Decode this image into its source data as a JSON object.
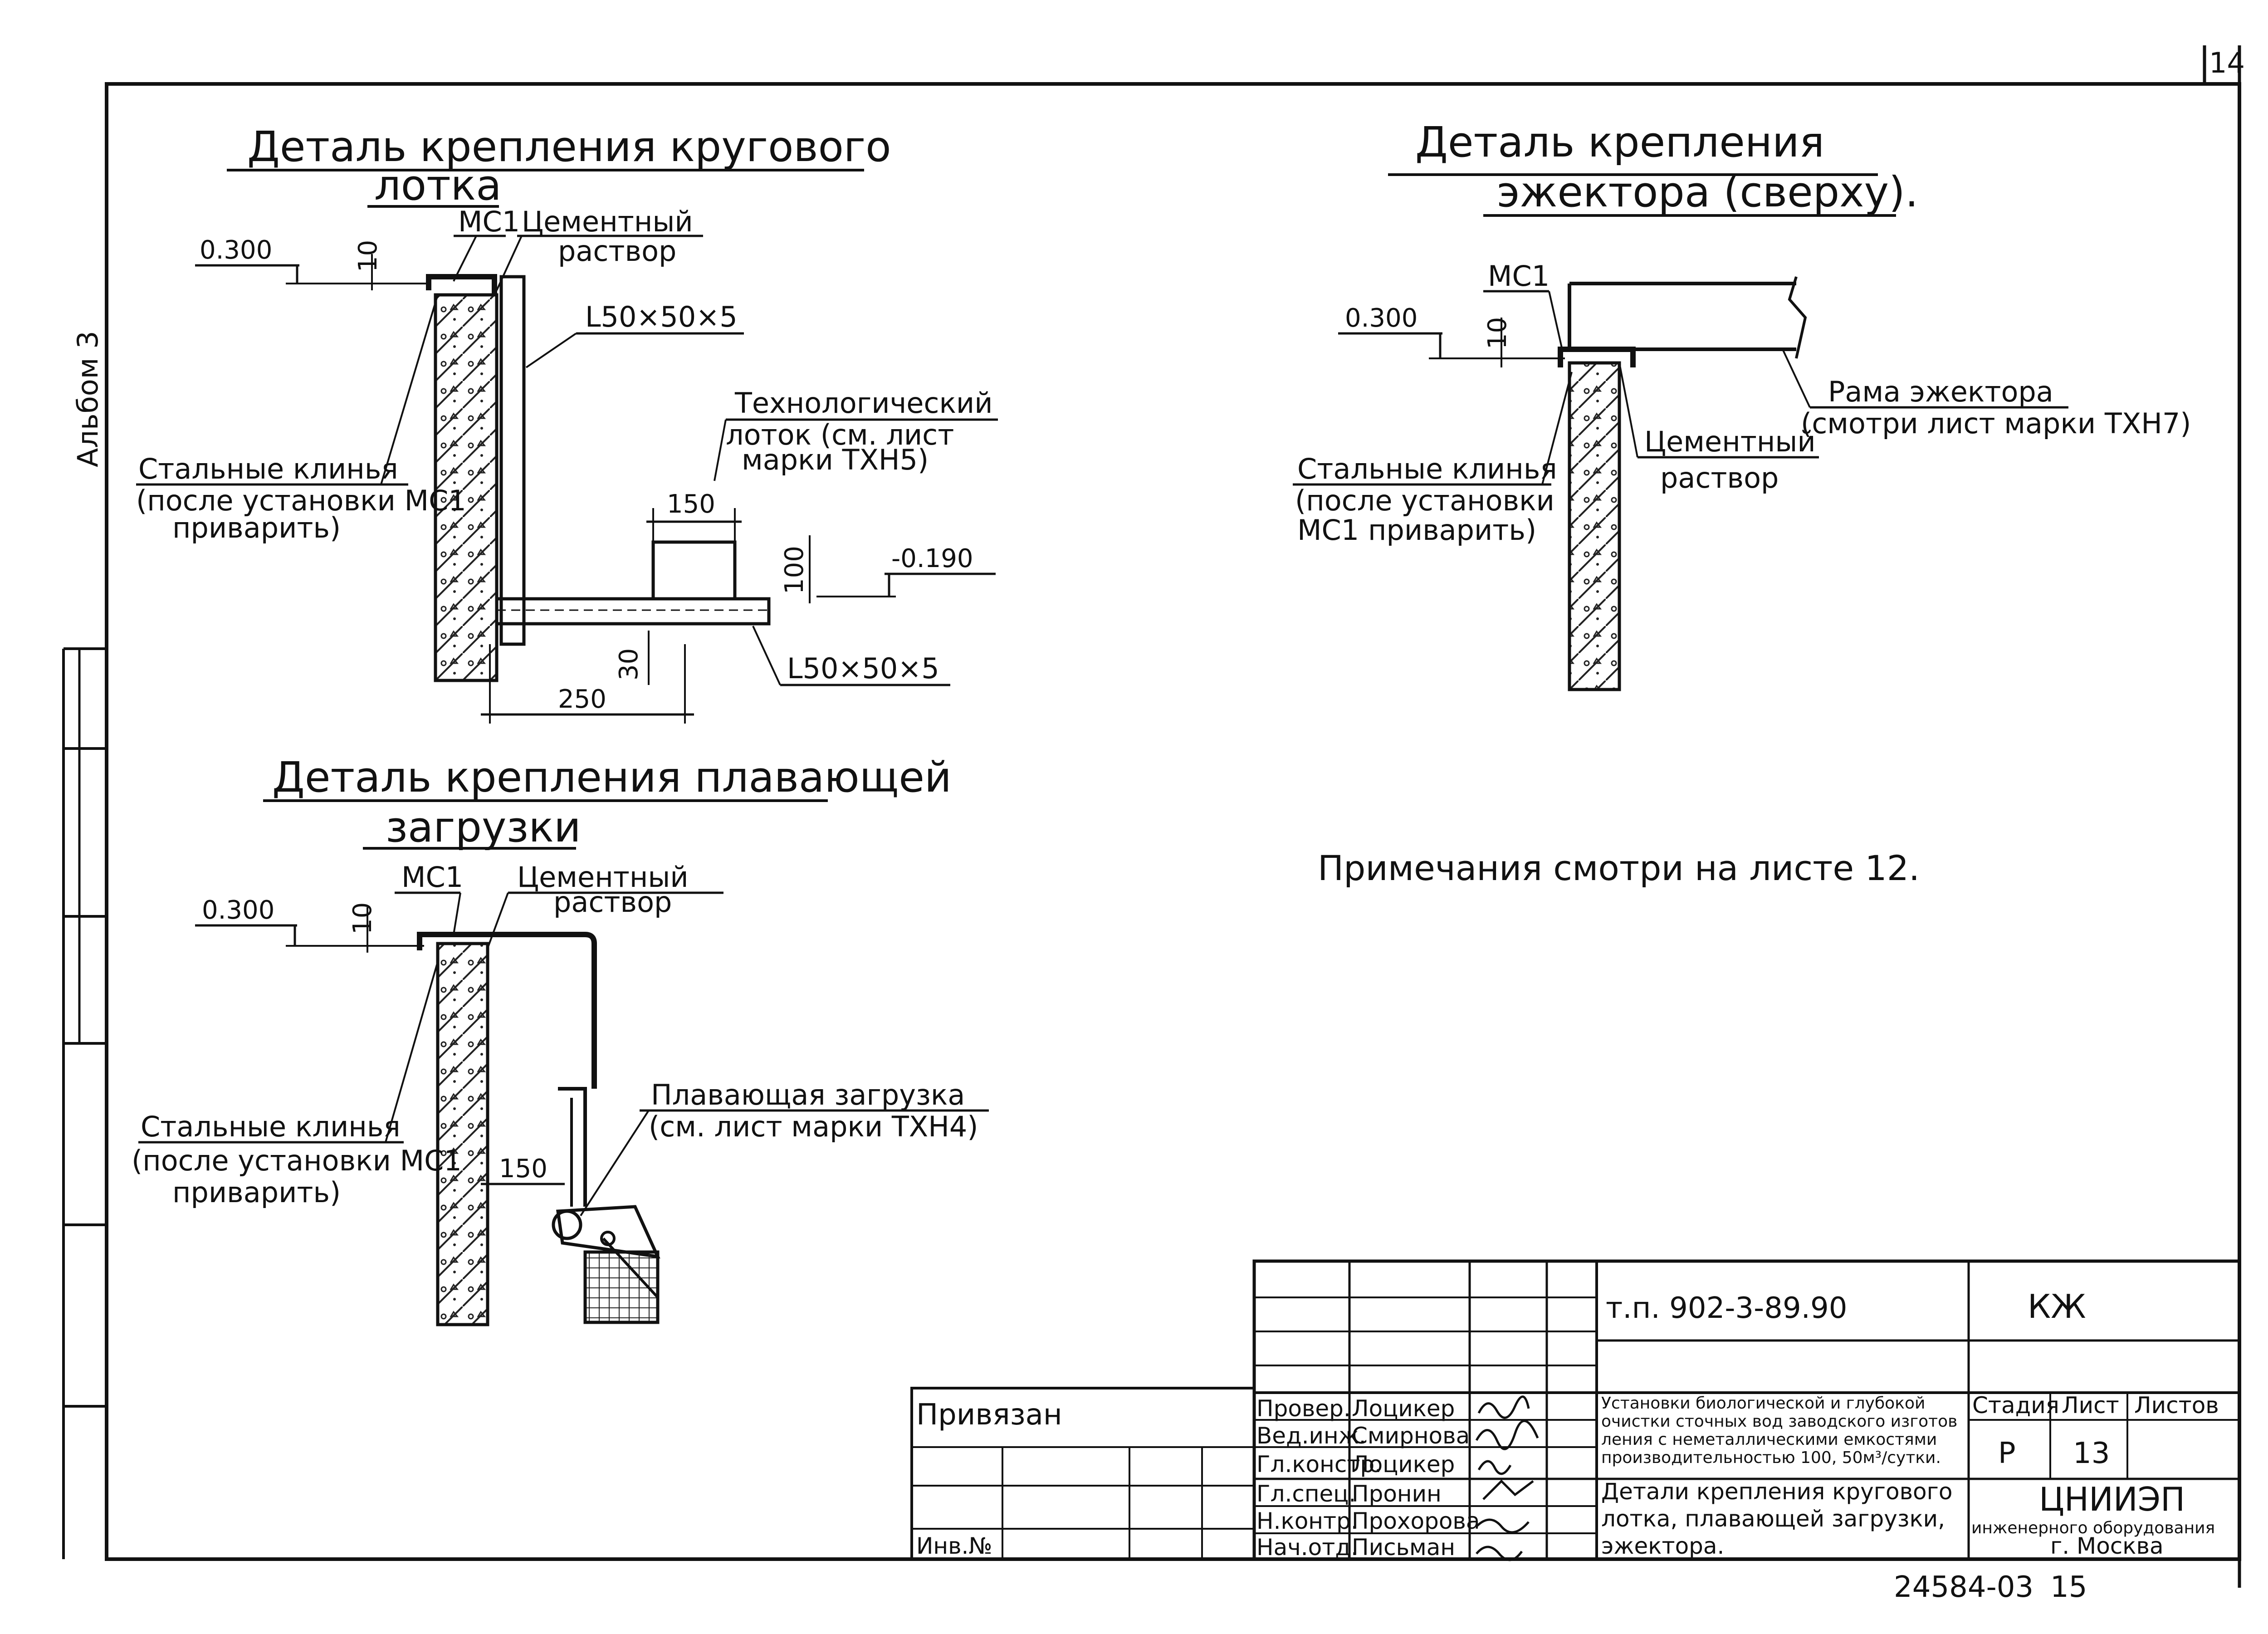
{
  "sheet": {
    "corner_number": "14",
    "album_label": "Альбом 3",
    "bottom_code": "24584-03",
    "bottom_page": "15"
  },
  "detail_round_tray": {
    "title_line1": "Деталь крепления кругового",
    "title_line2": "лотка",
    "mark_mc1": "МС1",
    "mortar_line1": "Цементный",
    "mortar_line2": "раствор",
    "level_top": "0.300",
    "dim_10": "10",
    "angle_top": "L50×50×5",
    "tech_tray_line1": "Технологический",
    "tech_tray_line2": "лоток (см. лист",
    "tech_tray_line3": "марки ТХН5)",
    "wedges_line1": "Стальные клинья",
    "wedges_line2": "(после установки МС1",
    "wedges_line3": "приварить)",
    "dim_150": "150",
    "dim_100": "100",
    "level_bottom": "-0.190",
    "dim_30": "30",
    "dim_250": "250",
    "angle_bottom": "L50×50×5"
  },
  "detail_floating_load": {
    "title_line1": "Деталь крепления плавающей",
    "title_line2": "загрузки",
    "mark_mc1": "МС1",
    "mortar_line1": "Цементный",
    "mortar_line2": "раствор",
    "level_top": "0.300",
    "dim_10": "10",
    "wedges_line1": "Стальные клинья",
    "wedges_line2": "(после установки МС1",
    "wedges_line3": "приварить)",
    "dim_150": "150",
    "floating_line1": "Плавающая загрузка",
    "floating_line2": "(см. лист   марки ТХН4)"
  },
  "detail_ejector": {
    "title_line1": "Деталь   крепления",
    "title_line2": "эжектора (сверху).",
    "mark_mc1": "МС1",
    "level_top": "0.300",
    "dim_10": "10",
    "frame_line1": "Рама эжектора",
    "frame_line2": "(смотри лист  марки ТХН7)",
    "mortar_line1": "Цементный",
    "mortar_line2": "раствор",
    "wedges_line1": "Стальные клинья",
    "wedges_line2": "(после установки",
    "wedges_line3": "МС1 приварить)"
  },
  "note": "Примечания смотри на листе 12.",
  "title_block": {
    "project_code": "т.п. 902-3-89.90",
    "mark": "КЖ",
    "bound_label": "Привязан",
    "inv_label": "Инв.№",
    "roles": [
      {
        "role": "Провер.",
        "name": "Лоцикер"
      },
      {
        "role": "Вед.инж.",
        "name": "Смирнова"
      },
      {
        "role": "Гл.констр.",
        "name": "Лоцикер"
      },
      {
        "role": "Гл.спец.",
        "name": "Пронин"
      },
      {
        "role": "Н.контр.",
        "name": "Прохорова"
      },
      {
        "role": "Нач.отд.",
        "name": "Письман"
      }
    ],
    "desc_line1": "Установки биологической и глубокой",
    "desc_line2": "очистки сточных вод заводского изготов",
    "desc_line3": "ления с неметаллическими емкостями",
    "desc_line4": "производительностью 100, 50м³/сутки.",
    "sheet_title_line1": "Детали крепления кругового",
    "sheet_title_line2": "лотка, плавающей загрузки,",
    "sheet_title_line3": "эжектора.",
    "stage_label": "Стадия",
    "sheet_label": "Лист",
    "sheets_label": "Листов",
    "stage_value": "Р",
    "sheet_value": "13",
    "org_line1": "ЦНИИЭП",
    "org_line2": "инженерного оборудования",
    "org_line3": "г. Москва"
  }
}
